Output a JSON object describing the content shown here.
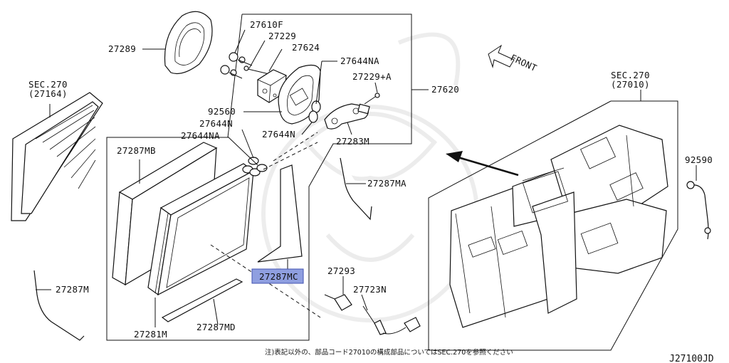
{
  "labels": {
    "p27610F": "27610F",
    "p27229": "27229",
    "p27624": "27624",
    "p27289": "27289",
    "p27644NA_top": "27644NA",
    "p27229A": "27229+A",
    "p27620": "27620",
    "sec270_left_title": "SEC.270",
    "sec270_left_code": "(27164)",
    "p92560": "92560",
    "p27644N_right": "27644N",
    "p27644N_left": "27644N",
    "p27644NA_left": "27644NA",
    "p27283M": "27283M",
    "p27287MB": "27287MB",
    "p27287MA": "27287MA",
    "p27287MC": "27287MC",
    "p27293": "27293",
    "p27723N": "27723N",
    "p27287M": "27287M",
    "p27281M": "27281M",
    "p27287MD": "27287MD",
    "sec270_right_title": "SEC.270",
    "sec270_right_code": "(27010)",
    "p92590": "92590",
    "front": "FRONT"
  },
  "footnote": "注)表記以外の、部品コード27010の構成部品についてはSEC.270を参照ください",
  "diagram_code": "J27100JD",
  "colors": {
    "highlight": "#8f9fe0",
    "line": "#111111"
  }
}
